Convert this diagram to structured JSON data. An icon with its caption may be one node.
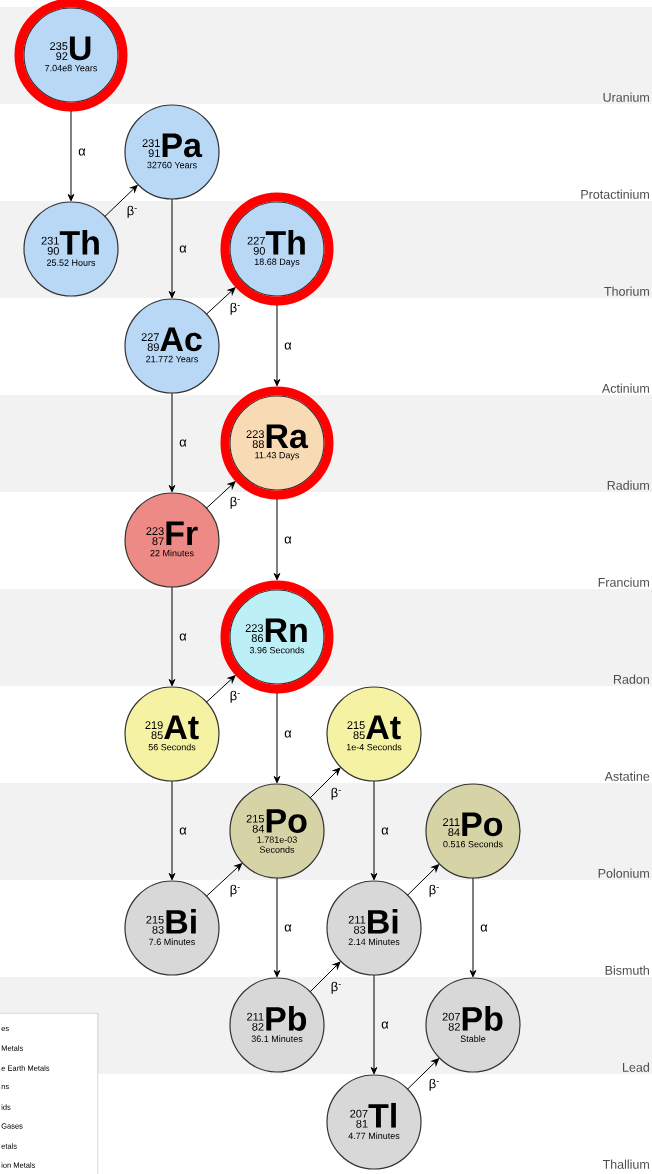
{
  "diagram": {
    "nodes": [
      {
        "text": [
          "235",
          "92",
          "U",
          "7.04e8 Years"
        ]
      },
      {
        "text": [
          "231",
          "91",
          "Pa",
          "32760 Years"
        ]
      },
      {
        "text": [
          "231",
          "90",
          "Th",
          "25.52 Hours"
        ]
      },
      {
        "text": [
          "227",
          "90",
          "Th",
          "18.68 Days"
        ]
      },
      {
        "text": [
          "227",
          "89",
          "Ac",
          "21.772 Years"
        ]
      },
      {
        "text": [
          "223",
          "88",
          "Ra",
          "11.43 Days"
        ]
      },
      {
        "text": [
          "223",
          "87",
          "Fr",
          "22 Minutes"
        ]
      },
      {
        "text": [
          "223",
          "86",
          "Rn",
          "3.96 Seconds"
        ]
      },
      {
        "text": [
          "219",
          "85",
          "At",
          "56 Seconds"
        ]
      },
      {
        "text": [
          "215",
          "85",
          "At",
          "1e-4 Seconds"
        ]
      },
      {
        "text": [
          "215",
          "84",
          "Po",
          "1.781e-03 Seconds"
        ]
      },
      {
        "text": [
          "211",
          "84",
          "Po",
          "0.516 Seconds"
        ]
      },
      {
        "text": [
          "215",
          "83",
          "Bi",
          "7.6 Minutes"
        ]
      },
      {
        "text": [
          "211",
          "83",
          "Bi",
          "2.14 Minutes"
        ]
      },
      {
        "text": [
          "211",
          "82",
          "Pb",
          "36.1 Minutes"
        ]
      },
      {
        "text": [
          "207",
          "82",
          "Pb",
          "Stable"
        ]
      },
      {
        "text": [
          "207",
          "81",
          "Tl",
          "4.77 Minutes"
        ]
      }
    ],
    "edges": [
      {
        "from": 0,
        "to": 2,
        "arrow": "to",
        "label": "α"
      },
      {
        "from": 2,
        "to": 1,
        "arrow": "to",
        "label": "β$^{-}$"
      },
      {
        "from": 1,
        "to": 4,
        "arrow": "to",
        "label": "α"
      },
      {
        "from": 4,
        "to": 3,
        "arrow": "to",
        "label": "β$^{-}$"
      },
      {
        "from": 3,
        "to": 5,
        "arrow": "to",
        "label": "α"
      },
      {
        "from": 4,
        "to": 6,
        "arrow": "to",
        "label": "α"
      },
      {
        "from": 6,
        "to": 5,
        "arrow": "to",
        "label": "β$^{-}$"
      },
      {
        "from": 5,
        "to": 7,
        "arrow": "to",
        "label": "α"
      },
      {
        "from": 6,
        "to": 8,
        "arrow": "to",
        "label": "α"
      },
      {
        "from": 8,
        "to": 7,
        "arrow": "to",
        "label": "β$^{-}$"
      },
      {
        "from": 7,
        "to": 10,
        "arrow": "to",
        "label": "α"
      },
      {
        "from": 10,
        "to": 9,
        "arrow": "to",
        "label": "β$^{-}$"
      },
      {
        "from": 8,
        "to": 12,
        "arrow": "to",
        "label": "α"
      },
      {
        "from": 9,
        "to": 13,
        "arrow": "to",
        "label": "α"
      },
      {
        "from": 12,
        "to": 10,
        "arrow": "to",
        "label": "β$^{-}$"
      },
      {
        "from": 10,
        "to": 14,
        "arrow": "to",
        "label": "α"
      },
      {
        "from": 13,
        "to": 11,
        "arrow": "to",
        "label": "β$^{-}$"
      },
      {
        "from": 11,
        "to": 15,
        "arrow": "to",
        "label": "α"
      },
      {
        "from": 14,
        "to": 13,
        "arrow": "to",
        "label": "β$^{-}$"
      },
      {
        "from": 13,
        "to": 16,
        "arrow": "to",
        "label": "α"
      },
      {
        "from": 16,
        "to": 15,
        "arrow": "to",
        "label": "β$^{-}$"
      }
    ],
    "labels": [
      "Uranium",
      "Protactinium",
      "Thorium",
      "Actinium",
      "Radium",
      "Francium",
      "Radon",
      "Astatine",
      "Polonium",
      "Bismuth",
      "Lead",
      "Thallium",
      "es",
      "Metals",
      "e Earth Metals",
      "ns",
      "ids",
      "Gases",
      "etals",
      "ion Metals"
    ]
  }
}
